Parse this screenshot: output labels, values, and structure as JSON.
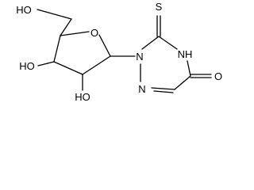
{
  "molecule": {
    "labels": {
      "ch2oh_hydroxyl": "HO",
      "ring_oxygen": "O",
      "hydroxyl_3": "HO",
      "hydroxyl_2": "HO",
      "thione_sulfur": "S",
      "n4h": "NH",
      "n1": "N",
      "n2": "N",
      "carbonyl_oxygen": "O"
    }
  }
}
